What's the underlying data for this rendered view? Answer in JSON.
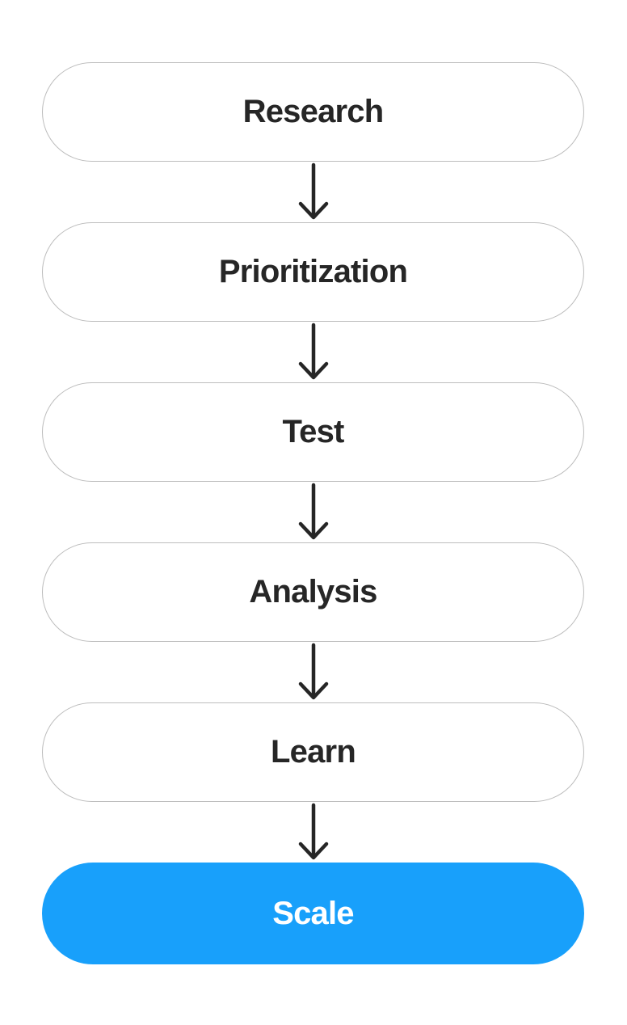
{
  "diagram": {
    "type": "flowchart-vertical",
    "connector_style": "arrow-down",
    "steps": [
      {
        "label": "Research",
        "variant": "outline"
      },
      {
        "label": "Prioritization",
        "variant": "outline"
      },
      {
        "label": "Test",
        "variant": "outline"
      },
      {
        "label": "Analysis",
        "variant": "outline"
      },
      {
        "label": "Learn",
        "variant": "outline"
      },
      {
        "label": "Scale",
        "variant": "accent"
      }
    ]
  },
  "colors": {
    "accent": "#18A0FB",
    "node_border": "#BDBDBD",
    "node_fill": "#FFFFFF",
    "text_dark": "#262626",
    "accent_text": "#FFFFFF",
    "arrow": "#262626",
    "background": "#FFFFFF"
  }
}
